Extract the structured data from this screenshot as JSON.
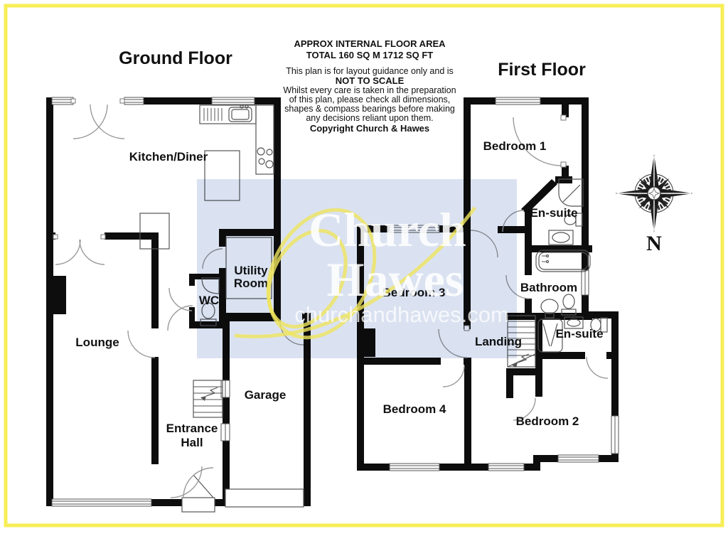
{
  "title_block": {
    "floor_area_line1": "APPROX INTERNAL FLOOR AREA",
    "floor_area_line2": "TOTAL 160 SQ M 1712 SQ FT",
    "guidance_line": "This plan is for layout guidance only and is",
    "not_to_scale": "NOT TO SCALE",
    "care_line1": "Whilst every care is taken in the preparation",
    "care_line2": "of this plan, please check all dimensions,",
    "care_line3": "shapes & compass bearings before making",
    "care_line4": "any decisions reliant upon them.",
    "copyright": "Copyright Church & Hawes"
  },
  "ground_floor": {
    "title": "Ground Floor",
    "labels": {
      "kitchen": "Kitchen/Diner",
      "lounge": "Lounge",
      "utility_line1": "Utility",
      "utility_line2": "Room",
      "wc": "WC",
      "entrance_line1": "Entrance",
      "entrance_line2": "Hall",
      "garage": "Garage"
    }
  },
  "first_floor": {
    "title": "First Floor",
    "labels": {
      "bedroom1": "Bedroom 1",
      "ensuite1": "En-suite",
      "bedroom3": "Bedroom 3",
      "bathroom": "Bathroom",
      "landing": "Landing",
      "ensuite2": "En-suite",
      "bedroom4": "Bedroom 4",
      "bedroom2": "Bedroom 2"
    }
  },
  "watermark": {
    "name_line1": "Church",
    "name_line2": "Hawes",
    "website": "churchandhawes.com",
    "box_color": "#dae2f1",
    "text_color": "#ffffff",
    "swirl_color": "#efe55c"
  },
  "compass": {
    "north_label": "N"
  },
  "frame": {
    "border_color": "#f7ee57",
    "background": "#ffffff",
    "wall_color": "#0d0d0d"
  }
}
